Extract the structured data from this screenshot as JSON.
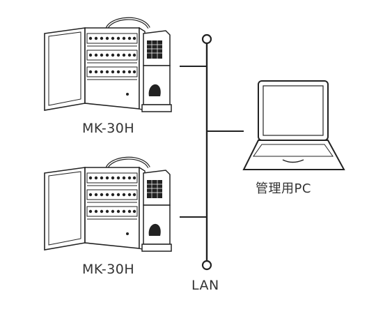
{
  "devices": [
    {
      "label": "MK-30H",
      "icon": "key-cabinet-icon"
    },
    {
      "label": "MK-30H",
      "icon": "key-cabinet-icon"
    }
  ],
  "pc": {
    "label": "管理用PC",
    "icon": "laptop-icon"
  },
  "network": {
    "label": "LAN"
  },
  "colors": {
    "line": "#222222",
    "text": "#333333",
    "fill": "#ffffff"
  }
}
